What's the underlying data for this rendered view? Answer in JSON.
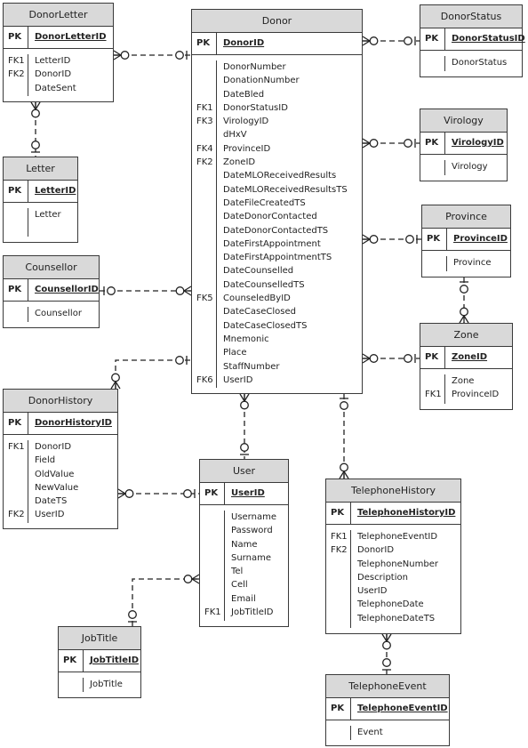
{
  "entities": {
    "donorletter": {
      "title": "DonorLetter",
      "pk_label": "PK",
      "pk": "DonorLetterID",
      "keys": [
        "FK1",
        "FK2",
        ""
      ],
      "fields": [
        "LetterID",
        "DonorID",
        "DateSent"
      ]
    },
    "letter": {
      "title": "Letter",
      "pk_label": "PK",
      "pk": "LetterID",
      "keys": [
        ""
      ],
      "fields": [
        "Letter"
      ]
    },
    "counsellor": {
      "title": "Counsellor",
      "pk_label": "PK",
      "pk": "CounsellorID",
      "keys": [
        ""
      ],
      "fields": [
        "Counsellor"
      ]
    },
    "donorhistory": {
      "title": "DonorHistory",
      "pk_label": "PK",
      "pk": "DonorHistoryID",
      "keys": [
        "FK1",
        "",
        "",
        "",
        "",
        "FK2"
      ],
      "fields": [
        "DonorID",
        "Field",
        "OldValue",
        "NewValue",
        "DateTS",
        "UserID"
      ]
    },
    "donor": {
      "title": "Donor",
      "pk_label": "PK",
      "pk": "DonorID",
      "keys": [
        "",
        "",
        "",
        "FK1",
        "FK3",
        "",
        "FK4",
        "FK2",
        "",
        "",
        "",
        "",
        "",
        "",
        "",
        "",
        "",
        "FK5",
        "",
        "",
        "",
        "",
        "",
        "FK6"
      ],
      "fields": [
        "DonorNumber",
        "DonationNumber",
        "DateBled",
        "DonorStatusID",
        "VirologyID",
        "dHxV",
        "ProvinceID",
        "ZoneID",
        "DateMLOReceivedResults",
        "DateMLOReceivedResultsTS",
        "DateFileCreatedTS",
        "DateDonorContacted",
        "DateDonorContactedTS",
        "DateFirstAppointment",
        "DateFirstAppointmentTS",
        "DateCounselled",
        "DateCounselledTS",
        "CounseledByID",
        "DateCaseClosed",
        "DateCaseClosedTS",
        "Mnemonic",
        "Place",
        "StaffNumber",
        "UserID"
      ]
    },
    "donorstatus": {
      "title": "DonorStatus",
      "pk_label": "PK",
      "pk": "DonorStatusID",
      "keys": [
        ""
      ],
      "fields": [
        "DonorStatus"
      ]
    },
    "virology": {
      "title": "Virology",
      "pk_label": "PK",
      "pk": "VirologyID",
      "keys": [
        ""
      ],
      "fields": [
        "Virology"
      ]
    },
    "province": {
      "title": "Province",
      "pk_label": "PK",
      "pk": "ProvinceID",
      "keys": [
        ""
      ],
      "fields": [
        "Province"
      ]
    },
    "zone": {
      "title": "Zone",
      "pk_label": "PK",
      "pk": "ZoneID",
      "keys": [
        "",
        "FK1"
      ],
      "fields": [
        "Zone",
        "ProvinceID"
      ]
    },
    "user": {
      "title": "User",
      "pk_label": "PK",
      "pk": "UserID",
      "keys": [
        "",
        "",
        "",
        "",
        "",
        "",
        "",
        "FK1"
      ],
      "fields": [
        "Username",
        "Password",
        "Name",
        "Surname",
        "Tel",
        "Cell",
        "Email",
        "JobTitleID"
      ]
    },
    "telephonehistory": {
      "title": "TelephoneHistory",
      "pk_label": "PK",
      "pk": "TelephoneHistoryID",
      "keys": [
        "FK1",
        "FK2",
        "",
        "",
        "",
        "",
        ""
      ],
      "fields": [
        "TelephoneEventID",
        "DonorID",
        "TelephoneNumber",
        "Description",
        "UserID",
        "TelephoneDate",
        "TelephoneDateTS"
      ]
    },
    "jobtitle": {
      "title": "JobTitle",
      "pk_label": "PK",
      "pk": "JobTitleID",
      "keys": [
        ""
      ],
      "fields": [
        "JobTitle"
      ]
    },
    "telephoneevent": {
      "title": "TelephoneEvent",
      "pk_label": "PK",
      "pk": "TelephoneEventID",
      "keys": [
        ""
      ],
      "fields": [
        "Event"
      ]
    }
  },
  "relationships": [
    [
      "DonorLetter",
      "Donor"
    ],
    [
      "DonorLetter",
      "Letter"
    ],
    [
      "Counsellor",
      "Donor"
    ],
    [
      "DonorHistory",
      "Donor"
    ],
    [
      "DonorStatus",
      "Donor"
    ],
    [
      "Virology",
      "Donor"
    ],
    [
      "Province",
      "Donor"
    ],
    [
      "Zone",
      "Donor"
    ],
    [
      "Zone",
      "Province"
    ],
    [
      "User",
      "Donor"
    ],
    [
      "DonorHistory",
      "User"
    ],
    [
      "JobTitle",
      "User"
    ],
    [
      "TelephoneHistory",
      "Donor"
    ],
    [
      "TelephoneHistory",
      "TelephoneEvent"
    ]
  ]
}
